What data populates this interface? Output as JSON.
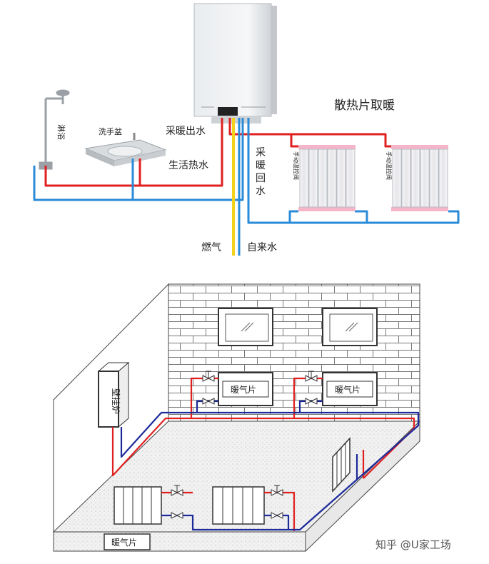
{
  "top": {
    "title": "散热片取暖",
    "shower": "淋浴",
    "basin": "洗手盆",
    "heating_out": "采暖出水",
    "hot_water": "生活热水",
    "heating_return": [
      "采",
      "暖",
      "回",
      "水"
    ],
    "gas": "燃气",
    "tap_water": "自来水",
    "valve_left": "手动温控阀",
    "valve_right": "手动温控阀"
  },
  "bottom": {
    "boiler": "壁挂炉",
    "radiator_wall_1": "暖气片",
    "radiator_wall_2": "暖气片",
    "radiator_floor": "暖气片"
  },
  "watermark": "知乎 @U家工场",
  "colors": {
    "hot_pipe": "#e02020",
    "cold_pipe": "#2a8bd8",
    "gas_pipe": "#f2d21a",
    "return_blue": "#1c2a9a"
  }
}
